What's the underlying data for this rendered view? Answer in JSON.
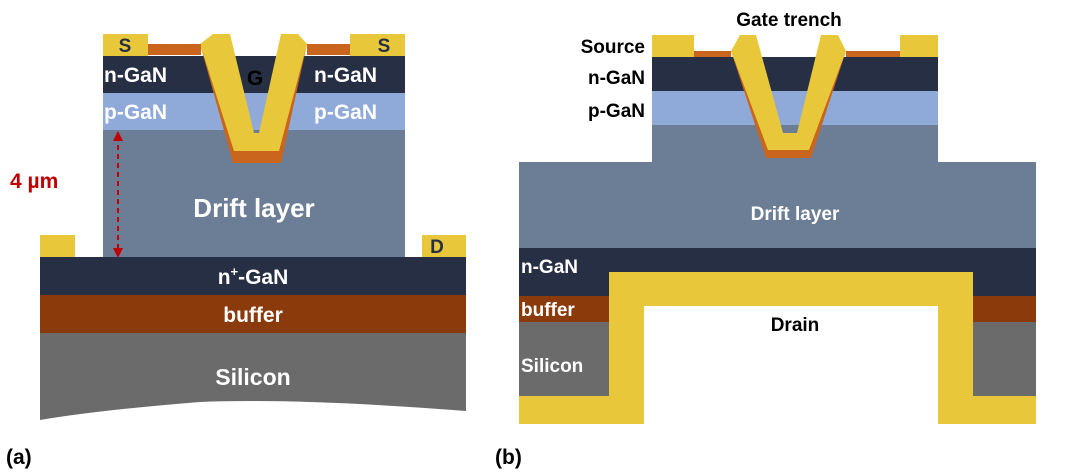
{
  "panel_a": {
    "caption": "(a)",
    "source_left": "S",
    "source_right": "S",
    "gate": "G",
    "drain": "D",
    "ngan_left": "n-GaN",
    "ngan_right": "n-GaN",
    "pgan_left": "p-GaN",
    "pgan_right": "p-GaN",
    "thickness_value": "4 µm",
    "drift": "Drift layer",
    "nplus_base": "n",
    "nplus_sup": "+",
    "nplus_rest": "-GaN",
    "buffer": "buffer",
    "silicon": "Silicon"
  },
  "panel_b": {
    "caption": "(b)",
    "gate_trench": "Gate trench",
    "source": "Source",
    "ngan_top": "n-GaN",
    "pgan_top": "p-GaN",
    "drift": "Drift layer",
    "ngan": "n-GaN",
    "buffer": "buffer",
    "silicon": "Silicon",
    "drain": "Drain"
  },
  "colors": {
    "metal": "#e8c83a",
    "gate_oxide": "#c9651c",
    "n_gan": "#262f44",
    "p_gan": "#8fa9d9",
    "drift": "#6c7e96",
    "buffer": "#8b3a0c",
    "silicon": "#6b6b6b",
    "annotation": "#c00000"
  }
}
